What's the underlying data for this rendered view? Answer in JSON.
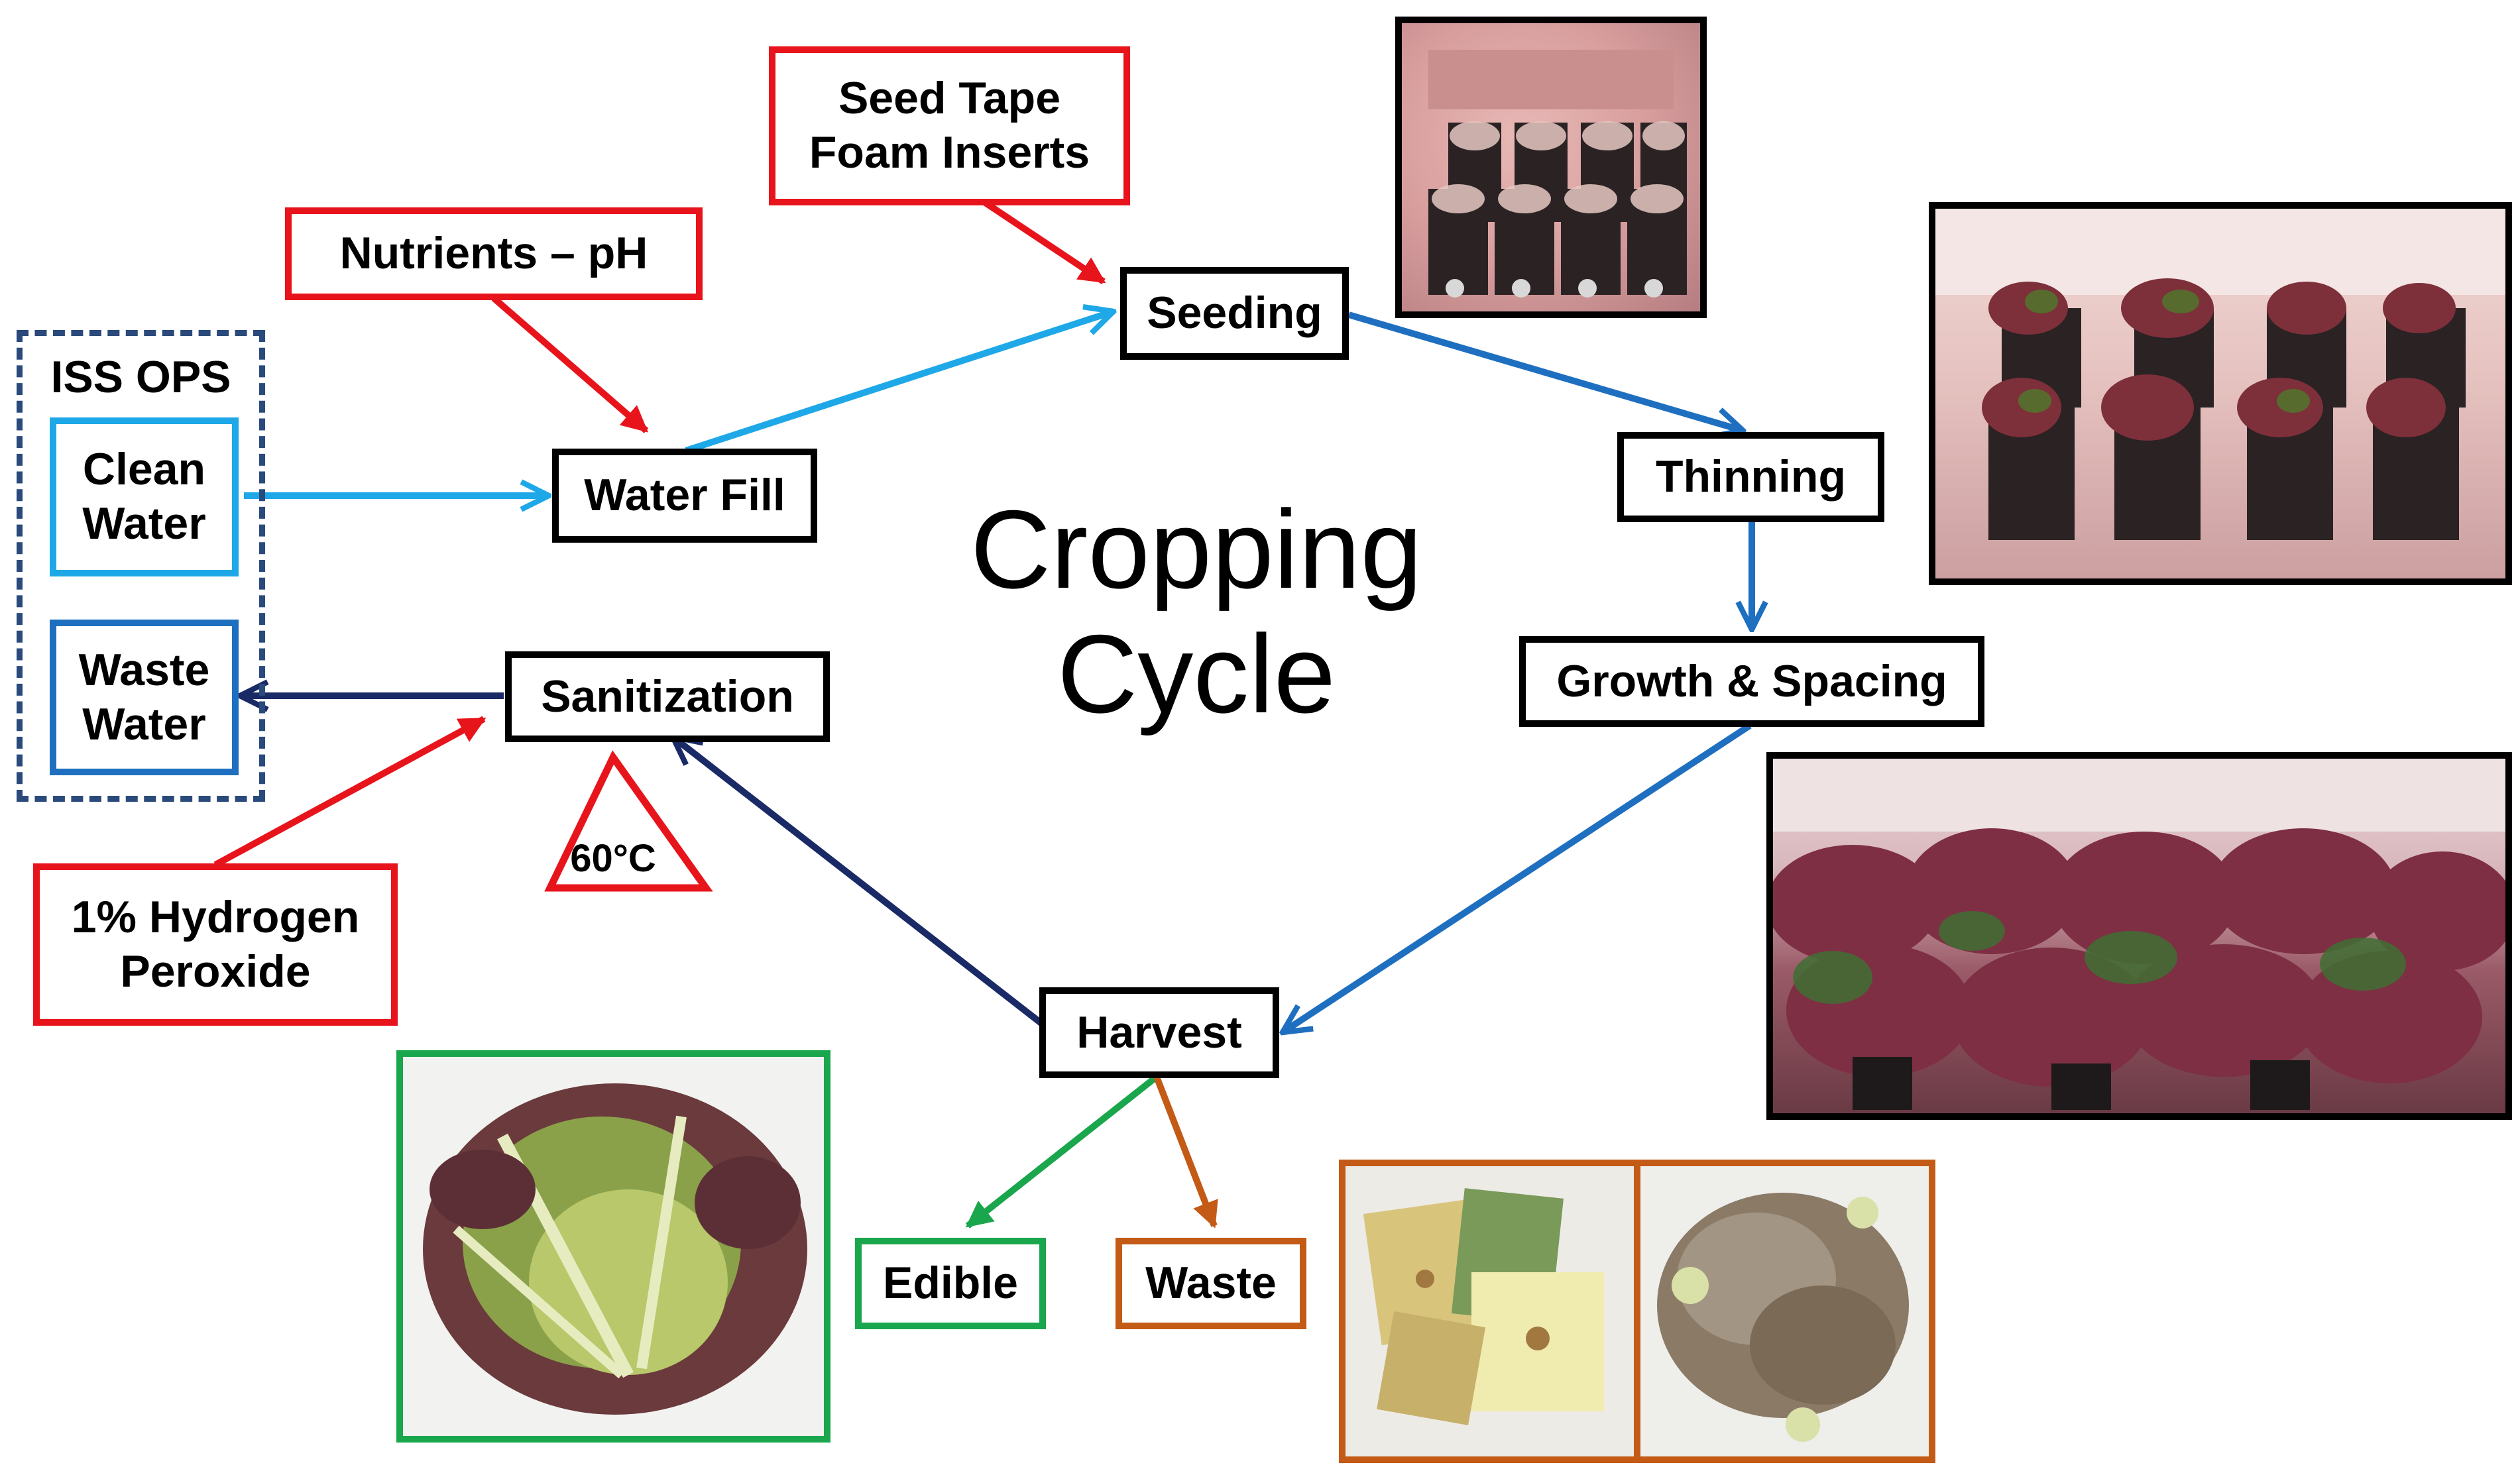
{
  "title": {
    "line1": "Cropping",
    "line2": "Cycle"
  },
  "reservoir": {
    "label": "ISS OPS",
    "clean_water": "Clean\nWater",
    "waste_water": "Waste\nWater"
  },
  "inputs": {
    "nutrients": "Nutrients – pH",
    "seed_tape": "Seed Tape\nFoam Inserts",
    "hydrogen_peroxide": "1% Hydrogen\nPeroxide",
    "temperature": "60°C"
  },
  "steps": {
    "water_fill": "Water Fill",
    "seeding": "Seeding",
    "thinning": "Thinning",
    "growth_spacing": "Growth & Spacing",
    "harvest": "Harvest",
    "sanitization": "Sanitization",
    "edible": "Edible",
    "waste": "Waste"
  },
  "colors": {
    "input_red": "#e8141c",
    "light_blue": "#1ea8e8",
    "mid_blue": "#1f6fc0",
    "navy": "#1a2a66",
    "green": "#1aa64c",
    "orange": "#c35a16"
  }
}
